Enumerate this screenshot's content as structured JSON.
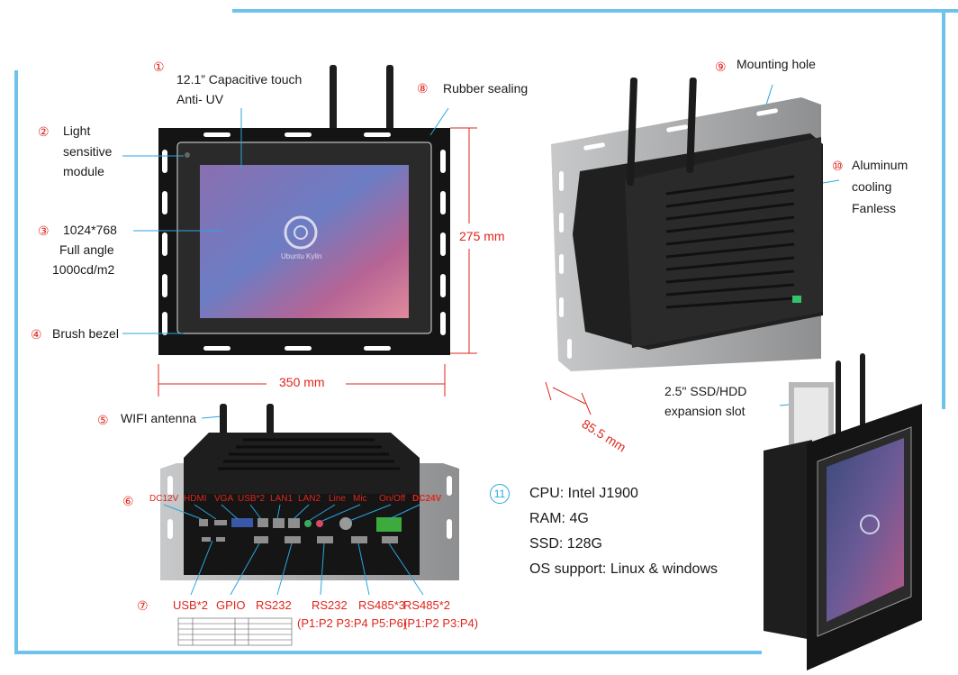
{
  "colors": {
    "frame": "#6ec3ec",
    "accent_red": "#e0251c",
    "leader": "#2aa6e0",
    "panel": "#1b1b1b",
    "metal": "#a9aaab"
  },
  "front_view": {
    "callouts": [
      {
        "num": "①",
        "text": [
          "12.1”  Capacitive touch",
          "Anti- UV"
        ]
      },
      {
        "num": "②",
        "text": [
          "Light",
          "sensitive",
          "module"
        ]
      },
      {
        "num": "③",
        "text": [
          "1024*768",
          "Full angle",
          "1000cd/m2"
        ]
      },
      {
        "num": "④",
        "text": [
          "Brush bezel"
        ]
      },
      {
        "num": "⑧",
        "text": [
          "Rubber sealing"
        ]
      }
    ],
    "dimensions": {
      "height": "275 mm",
      "width": "350 mm"
    },
    "screen_logo_text": "Ubuntu Kylin"
  },
  "side_view": {
    "callouts": [
      {
        "num": "⑨",
        "text": [
          "Mounting hole"
        ]
      },
      {
        "num": "⑩",
        "text": [
          "Aluminum",
          "cooling",
          "Fanless"
        ]
      }
    ],
    "depth": "85.5 mm"
  },
  "bottom_view": {
    "callouts": [
      {
        "num": "⑤",
        "text": [
          "WIFI antenna"
        ]
      },
      {
        "num": "⑥",
        "text": []
      },
      {
        "num": "⑦",
        "text": []
      }
    ],
    "top_ports": [
      "DC12V",
      "HDMI",
      "VGA",
      "USB*2",
      "LAN1",
      "LAN2",
      "Line",
      "Mic",
      "On/Off",
      "DC24V"
    ],
    "bottom_ports": [
      "USB*2",
      "GPIO",
      "RS232",
      "RS232",
      "RS485*3",
      "RS485*2"
    ],
    "bottom_port_notes": {
      "rs232": "(P1:P2 P3:P4 P5:P6)",
      "rs485": "(P1:P2 P3:P4)"
    }
  },
  "ssd_view": {
    "callout": [
      "2.5\" SSD/HDD",
      "expansion slot"
    ]
  },
  "specs": {
    "num": "11",
    "items": [
      "CPU: Intel J1900",
      "RAM: 4G",
      "SSD: 128G",
      "OS support:  Linux & windows"
    ]
  }
}
